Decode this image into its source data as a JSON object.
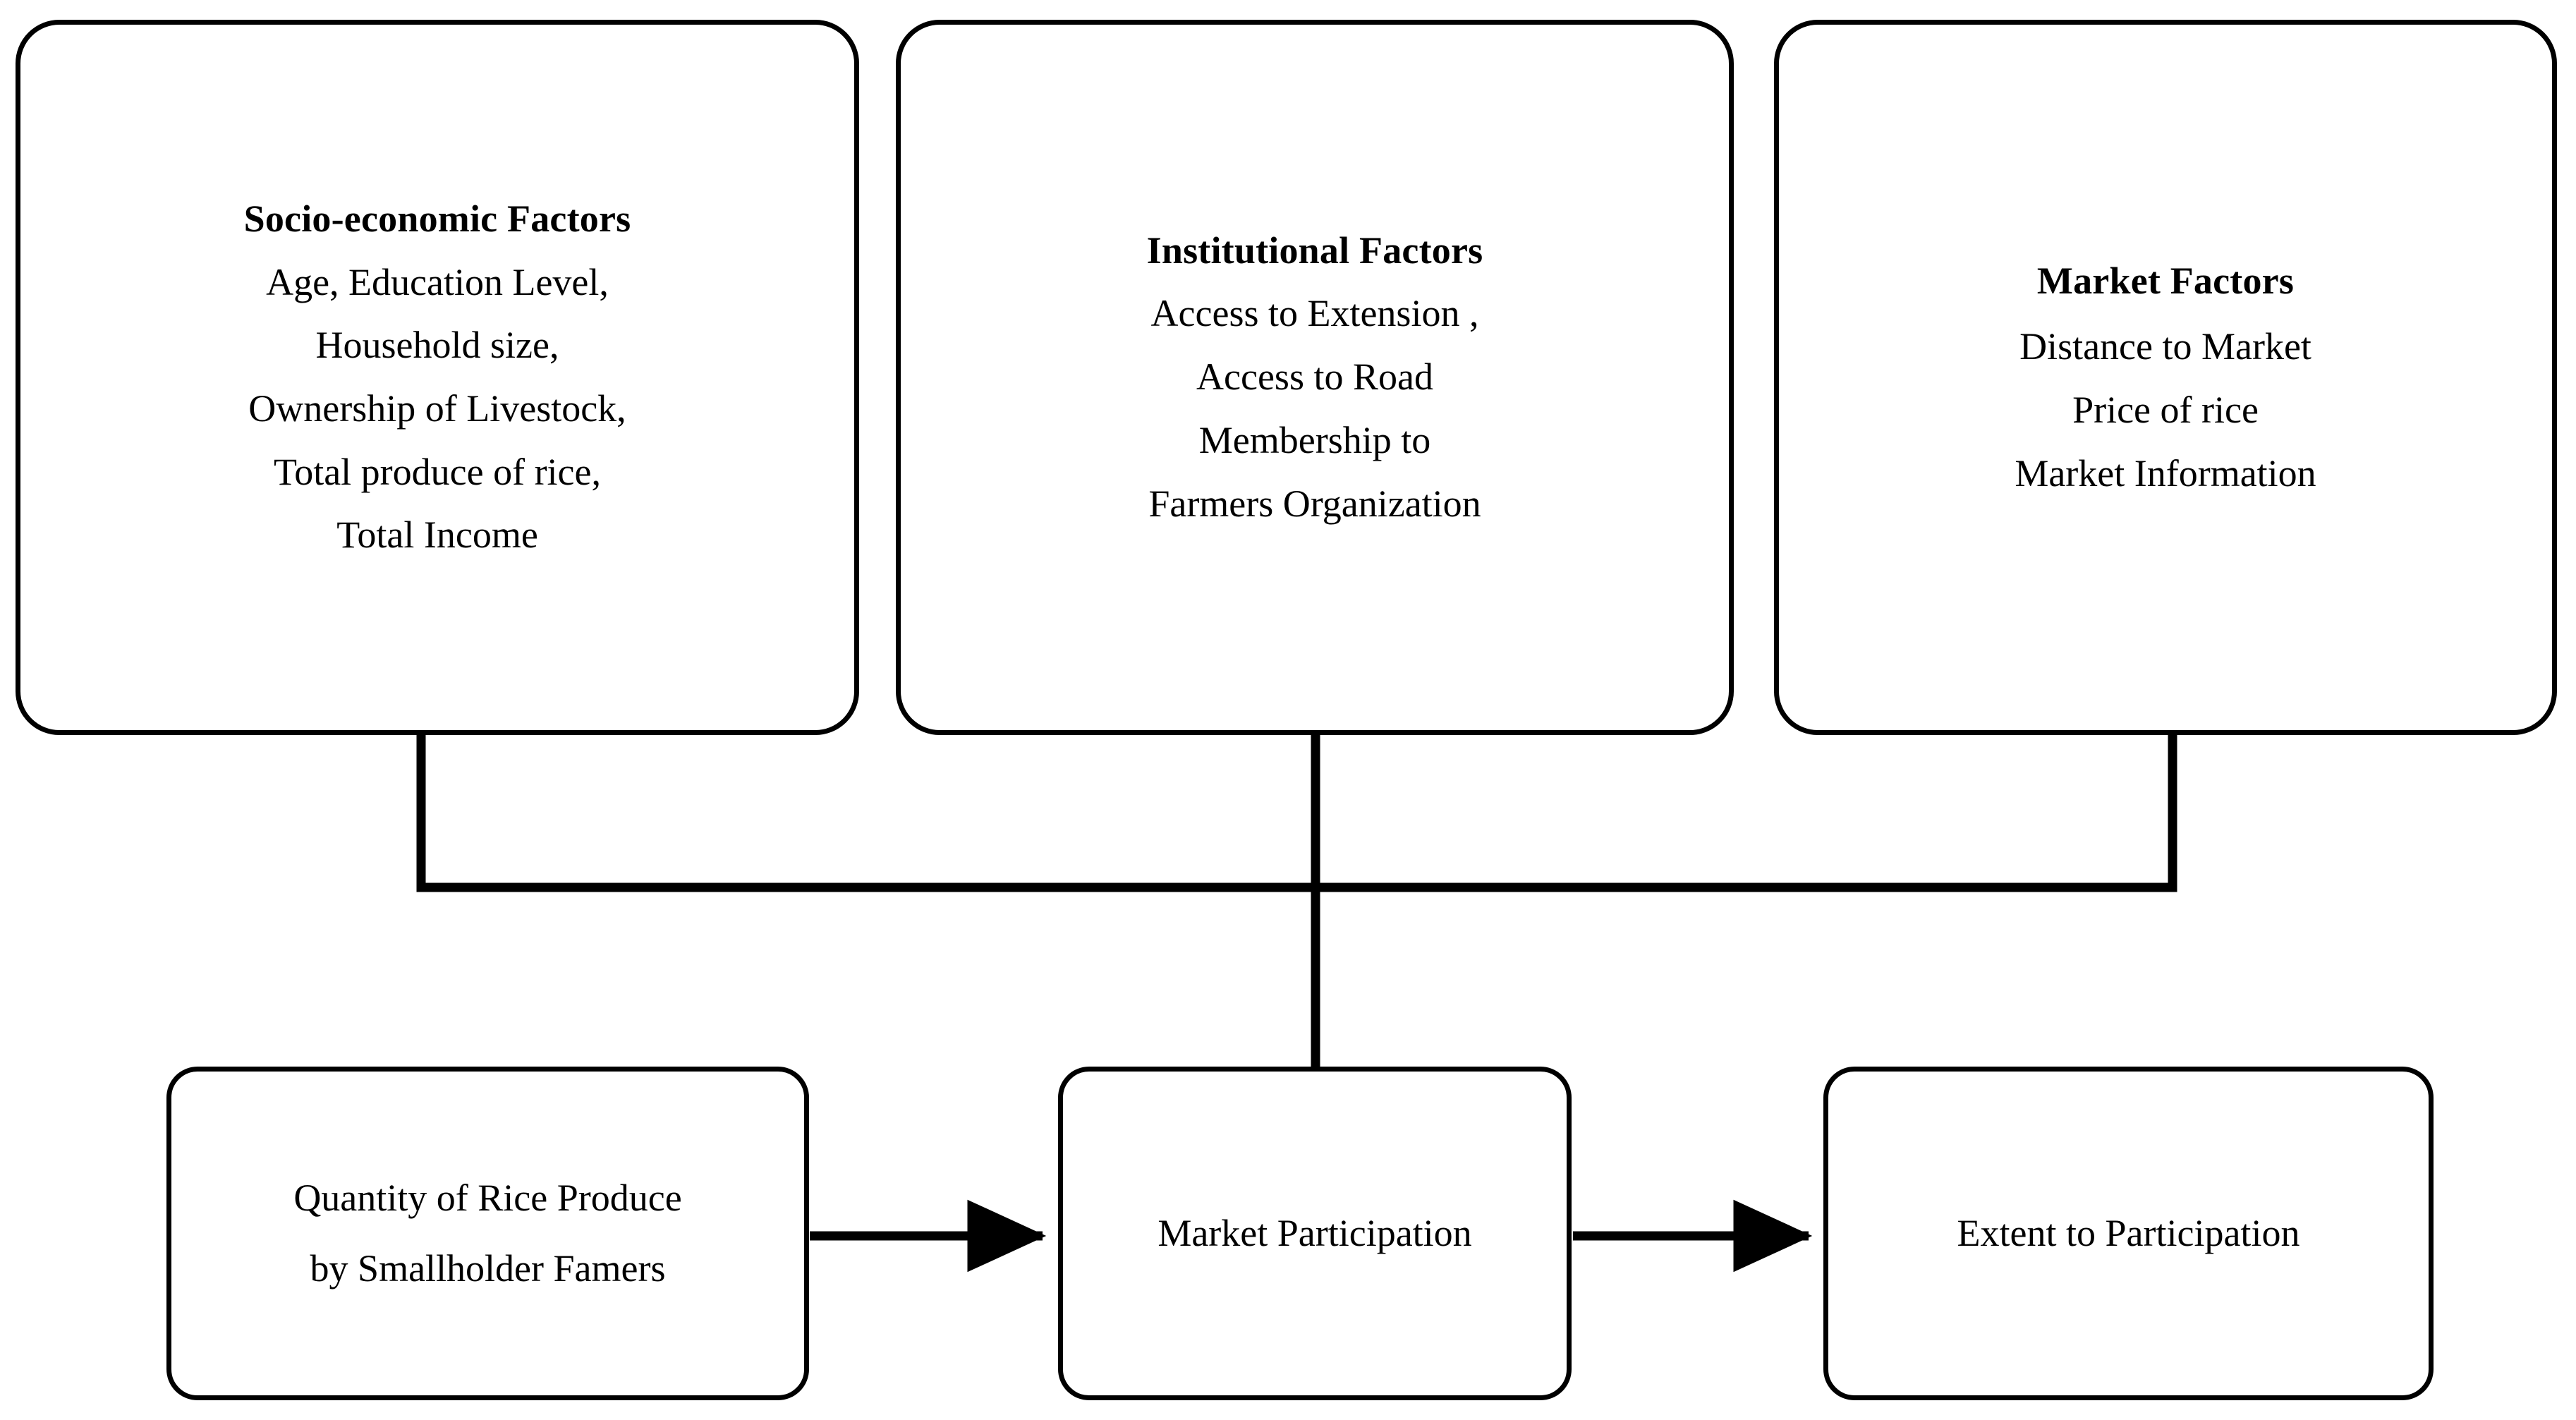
{
  "diagram": {
    "type": "conceptual-framework-flowchart",
    "background_color": "#ffffff",
    "stroke_color": "#000000",
    "top_nodes": [
      {
        "id": "socio-economic-factors",
        "title": "Socio-economic Factors",
        "lines": [
          "Age,  Education Level,",
          "Household size,",
          "Ownership of Livestock,",
          "Total produce of rice,",
          "Total Income"
        ]
      },
      {
        "id": "institutional-factors",
        "title": "Institutional Factors",
        "lines": [
          "Access to Extension ,",
          "Access to Road",
          "Membership to",
          "Farmers Organization"
        ]
      },
      {
        "id": "market-factors",
        "title": "Market Factors",
        "lines": [
          "Distance to Market",
          "Price of rice",
          "Market Information"
        ]
      }
    ],
    "bottom_nodes": [
      {
        "id": "quantity-of-rice-produce",
        "lines": [
          "Quantity of Rice Produce",
          "by Smallholder Famers"
        ]
      },
      {
        "id": "market-participation",
        "lines": [
          "Market Participation"
        ]
      },
      {
        "id": "extent-to-participation",
        "lines": [
          "Extent to Participation"
        ]
      }
    ],
    "connectors": [
      {
        "id": "socio-to-bus",
        "kind": "elbow-line",
        "from": "socio-economic-factors",
        "to": "distribution-bus"
      },
      {
        "id": "institutional-to-bus",
        "kind": "straight-line",
        "from": "institutional-factors",
        "to": "distribution-bus"
      },
      {
        "id": "market-to-bus",
        "kind": "elbow-line",
        "from": "market-factors",
        "to": "distribution-bus"
      },
      {
        "id": "bus-to-market-participation",
        "kind": "straight-line",
        "from": "distribution-bus",
        "to": "market-participation"
      },
      {
        "id": "quantity-to-market-participation",
        "kind": "arrow",
        "from": "quantity-of-rice-produce",
        "to": "market-participation"
      },
      {
        "id": "market-participation-to-extent",
        "kind": "arrow",
        "from": "market-participation",
        "to": "extent-to-participation"
      }
    ]
  }
}
